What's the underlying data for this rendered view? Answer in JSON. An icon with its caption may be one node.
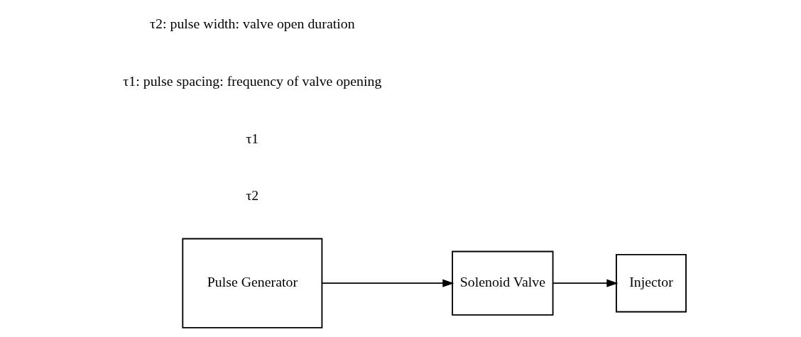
{
  "diagram": {
    "nodes": [
      {
        "text": [
          "Pulse Generator"
        ]
      },
      {
        "text": [
          "Solenoid Valve"
        ]
      },
      {
        "text": [
          "Injector"
        ]
      }
    ],
    "edges": [
      {
        "from": 0,
        "to": 1,
        "arrow": "to"
      },
      {
        "from": 1,
        "to": 2,
        "arrow": "to"
      }
    ],
    "labels": [
      "τ2",
      "τ1",
      "τ1: pulse spacing: frequency of valve opening",
      "τ2: pulse width: valve open duration"
    ]
  }
}
